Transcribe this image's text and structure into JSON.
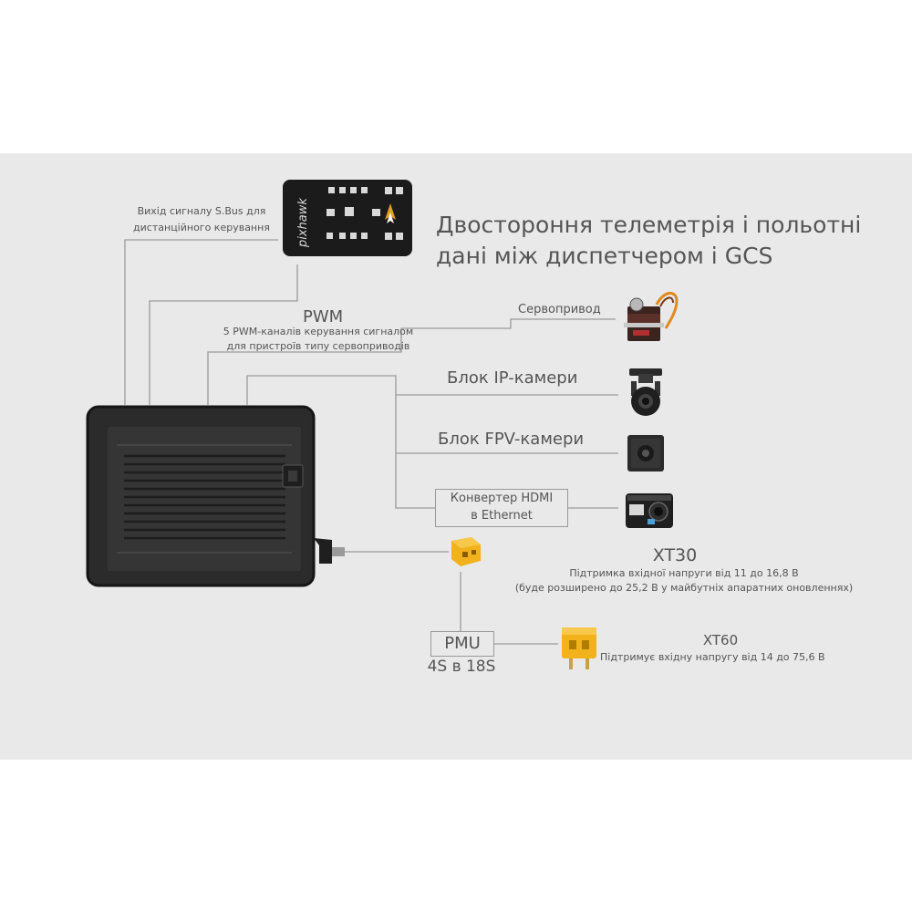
{
  "telemetry": {
    "line1": "Двостороння телеметрія і польотні",
    "line2": "дані між диспетчером і GCS"
  },
  "sbus": {
    "line1": "Вихід сигналу S.Bus для",
    "line2": "дистанційного керування"
  },
  "pwm": {
    "title": "PWM",
    "line1": "5 PWM-каналів керування сигналом",
    "line2": "для пристроїв типу сервоприводів"
  },
  "flight_controller": {
    "logo": "pixhawk"
  },
  "servo": {
    "label": "Сервопривод"
  },
  "ip_camera": {
    "label": "Блок IP-камери"
  },
  "fpv_camera": {
    "label": "Блок FPV-камери"
  },
  "hdmi": {
    "line1": "Конвертер HDMI",
    "line2": "в Ethernet"
  },
  "xt30": {
    "title": "XT30",
    "line1": "Підтримка вхідної напруги від 11 до 16,8 В",
    "line2": "(буде розширено до 25,2 В у майбутніх апаратних оновленнях)"
  },
  "pmu": {
    "label": "PMU",
    "sub": "4S в 18S"
  },
  "xt60": {
    "title": "XT60",
    "line1": "Підтримує вхідну напругу від 14 до 75,6 В"
  },
  "colors": {
    "background": "#e9e9e9",
    "line": "#9a9a9a",
    "text": "#555555",
    "connector": "#f2b21c",
    "device": "#2b2b2b"
  }
}
